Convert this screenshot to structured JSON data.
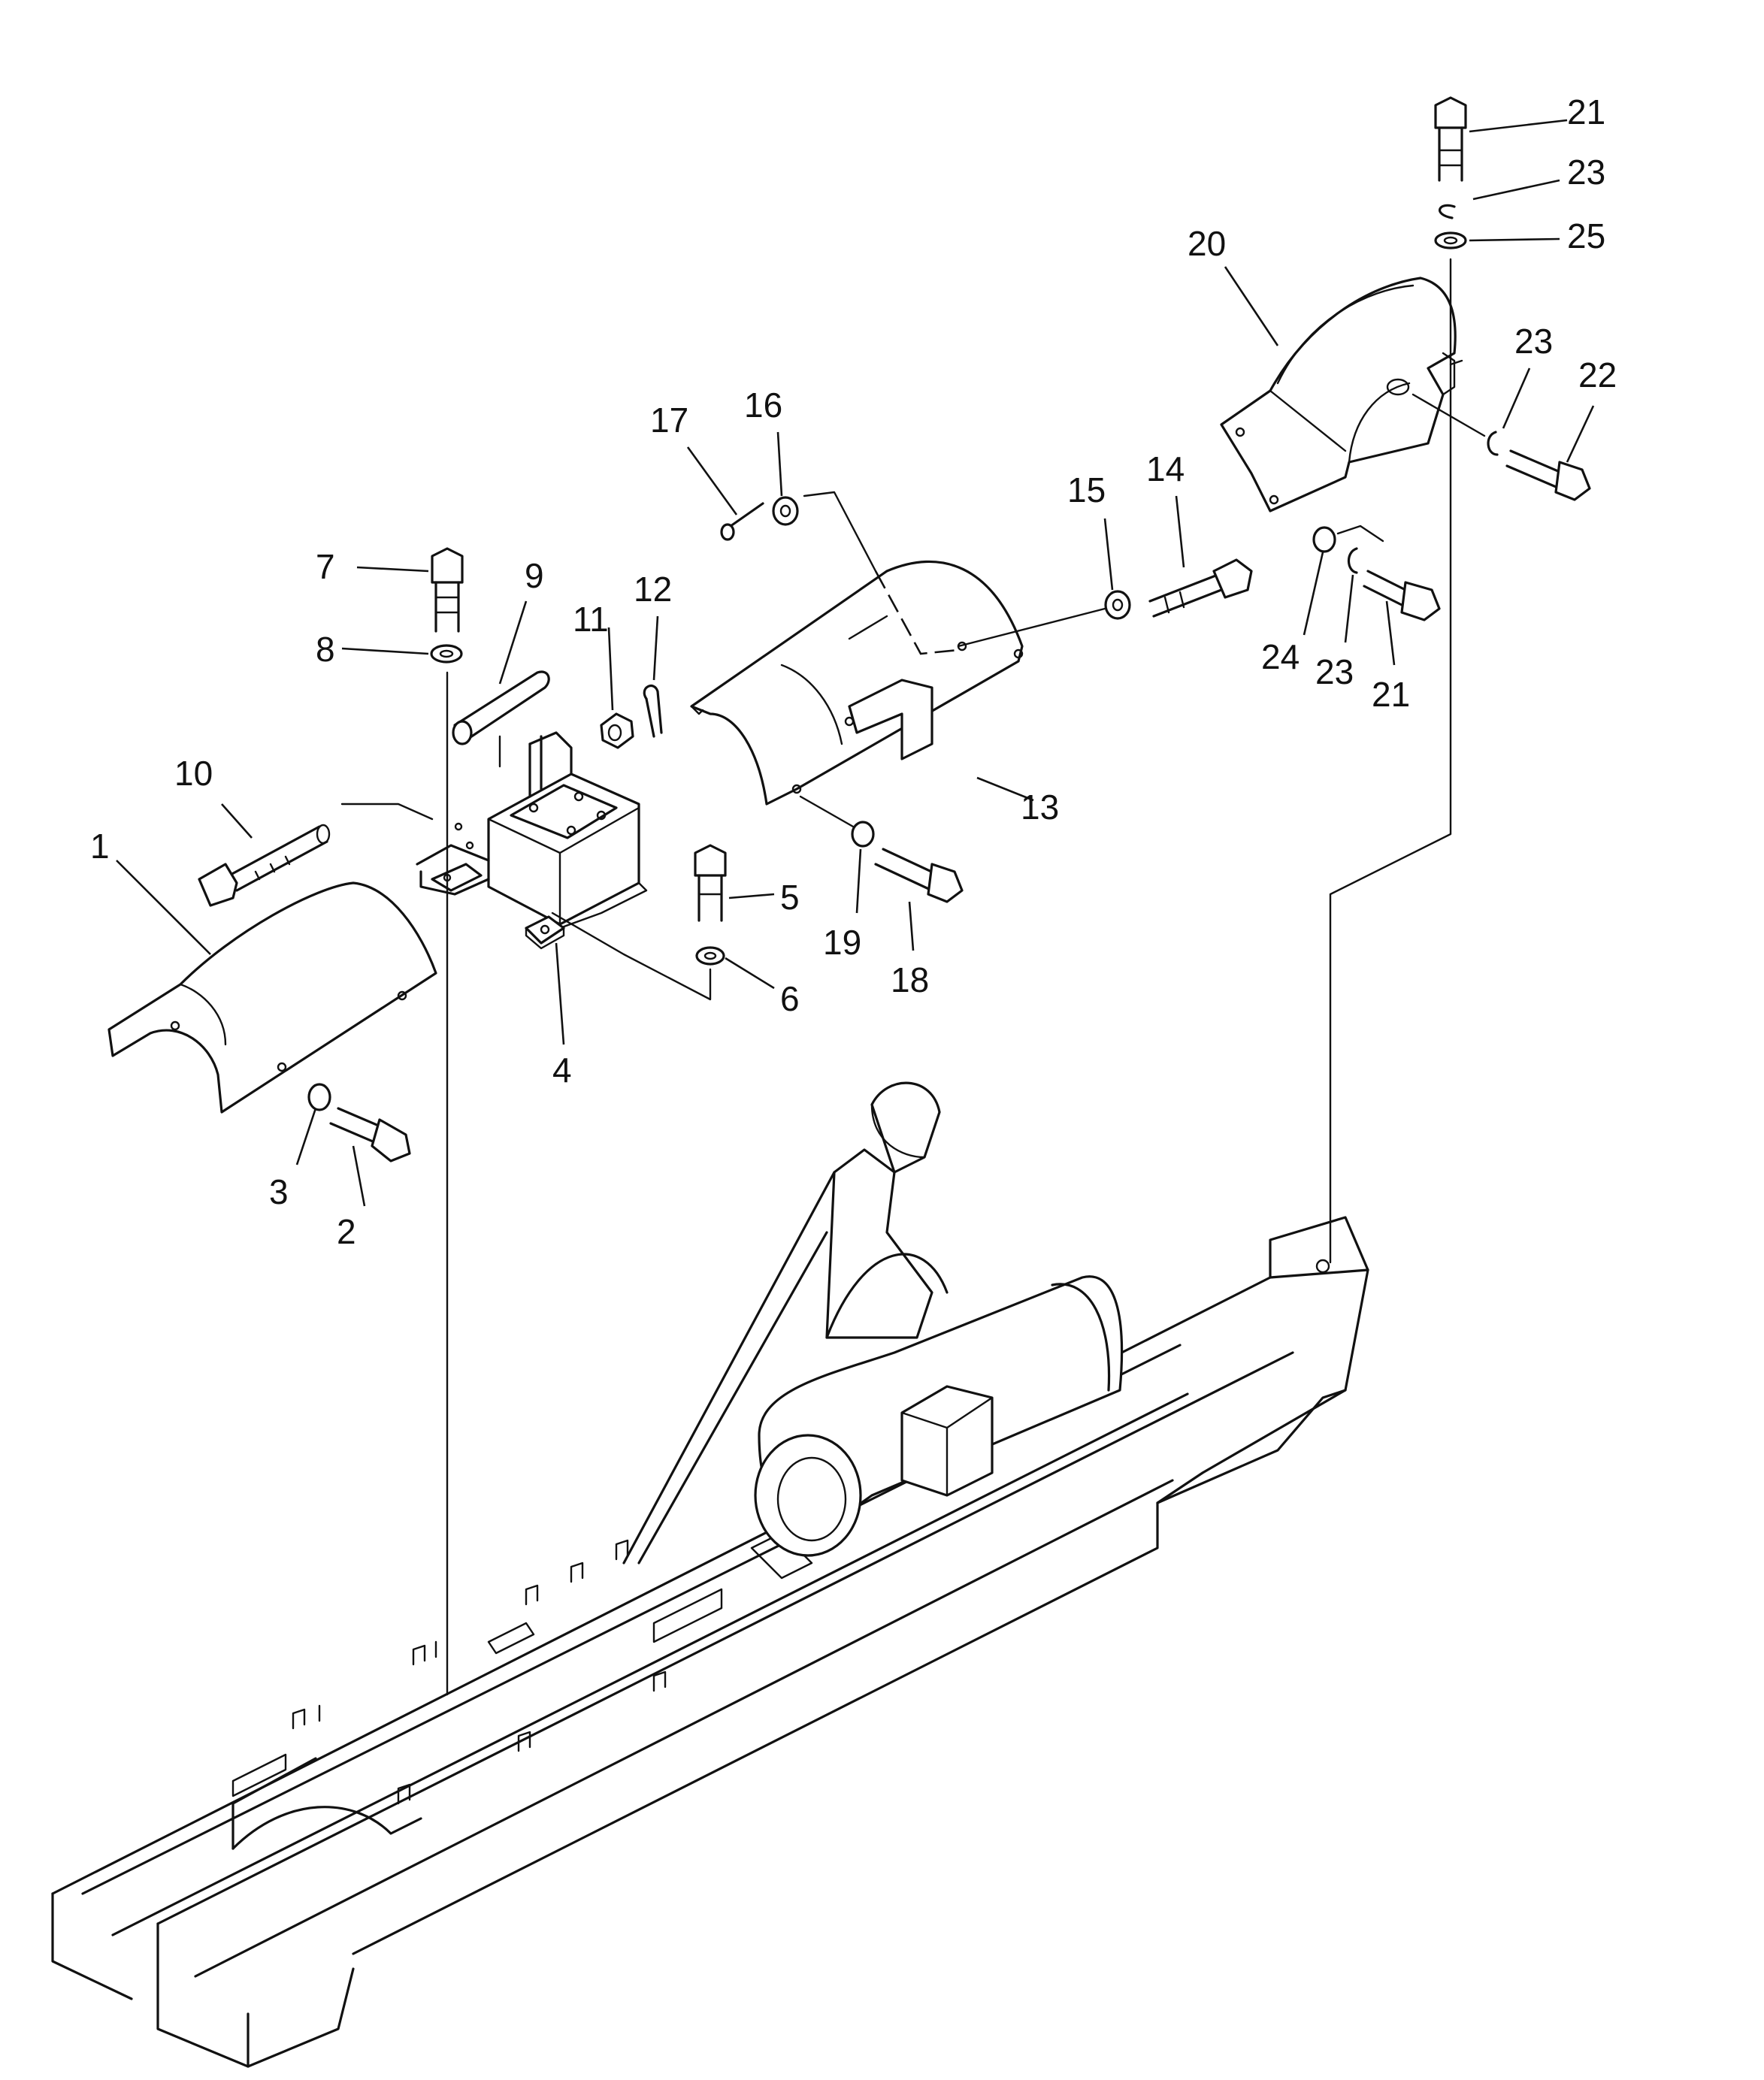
{
  "diagram": {
    "callouts": [
      {
        "id": "c1",
        "text": "1"
      },
      {
        "id": "c2",
        "text": "2"
      },
      {
        "id": "c3",
        "text": "3"
      },
      {
        "id": "c4",
        "text": "4"
      },
      {
        "id": "c5",
        "text": "5"
      },
      {
        "id": "c6",
        "text": "6"
      },
      {
        "id": "c7",
        "text": "7"
      },
      {
        "id": "c8",
        "text": "8"
      },
      {
        "id": "c9",
        "text": "9"
      },
      {
        "id": "c10",
        "text": "10"
      },
      {
        "id": "c11",
        "text": "11"
      },
      {
        "id": "c12",
        "text": "12"
      },
      {
        "id": "c13",
        "text": "13"
      },
      {
        "id": "c14",
        "text": "14"
      },
      {
        "id": "c15",
        "text": "15"
      },
      {
        "id": "c16",
        "text": "16"
      },
      {
        "id": "c17",
        "text": "17"
      },
      {
        "id": "c18",
        "text": "18"
      },
      {
        "id": "c19",
        "text": "19"
      },
      {
        "id": "c20",
        "text": "20"
      },
      {
        "id": "c21a",
        "text": "21"
      },
      {
        "id": "c21b",
        "text": "21"
      },
      {
        "id": "c22",
        "text": "22"
      },
      {
        "id": "c23a",
        "text": "23"
      },
      {
        "id": "c23b",
        "text": "23"
      },
      {
        "id": "c23c",
        "text": "23"
      },
      {
        "id": "c24",
        "text": "24"
      },
      {
        "id": "c25",
        "text": "25"
      }
    ]
  }
}
